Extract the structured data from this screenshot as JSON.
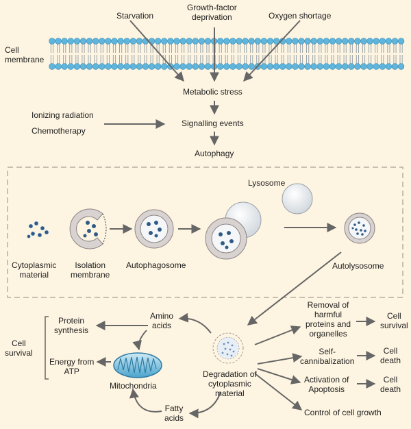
{
  "membrane_label": "Cell\nmembrane",
  "stressors": {
    "starvation": "Starvation",
    "growth_factor": "Growth-factor\ndeprivation",
    "oxygen": "Oxygen shortage"
  },
  "pathway": {
    "metabolic_stress": "Metabolic stress",
    "signalling": "Signalling events",
    "autophagy": "Autophagy"
  },
  "inducers": {
    "radiation": "Ionizing radiation",
    "chemo": "Chemotherapy"
  },
  "stages": {
    "lysosome": "Lysosome",
    "cytoplasmic": "Cytoplasmic\nmaterial",
    "isolation": "Isolation\nmembrane",
    "autophagosome": "Autophagosome",
    "autolysosome": "Autolysosome"
  },
  "outcomes": {
    "amino_acids": "Amino\nacids",
    "protein_synthesis": "Protein\nsynthesis",
    "cell_survival_left": "Cell\nsurvival",
    "energy": "Energy from\nATP",
    "mitochondria": "Mitochondria",
    "fatty_acids": "Fatty\nacids",
    "degradation": "Degradation of\ncytoplasmic\nmaterial",
    "removal": "Removal of\nharmful\nproteins and\norganelles",
    "survival_right": "Cell\nsurvival",
    "self_cannibalization": "Self-\ncannibalization",
    "death1": "Cell\ndeath",
    "apoptosis": "Activation of\nApoptosis",
    "death2": "Cell\ndeath",
    "control_growth": "Control of cell growth"
  },
  "colors": {
    "background": "#fdf4e1",
    "membrane_heads": "#5fb5db",
    "arrow": "#666666",
    "vesicle_dots": "#2f5a86"
  }
}
